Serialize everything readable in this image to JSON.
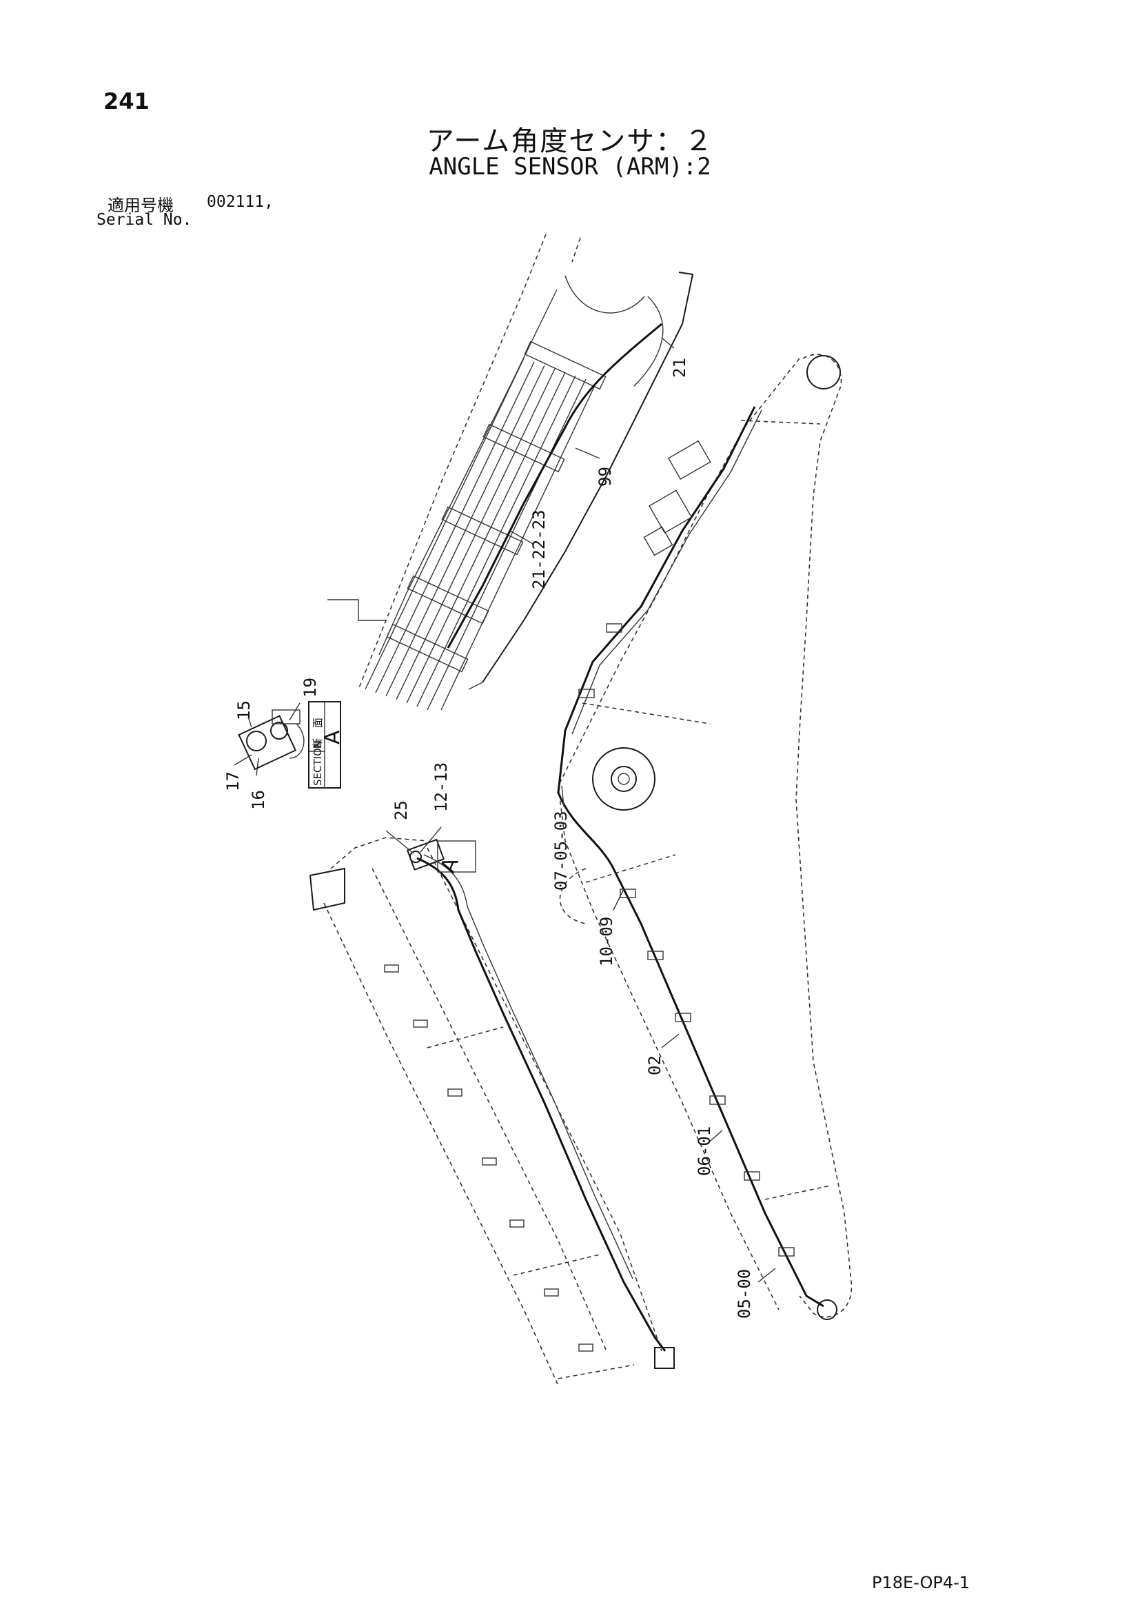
{
  "page": {
    "number": "241",
    "title_jp": "アーム角度センサ：２",
    "title_en": "ANGLE SENSOR (ARM):2",
    "serial_label_jp": "適用号機",
    "serial_value": "002111,",
    "serial_label_en": "Serial No.",
    "document_code": "P18E-OP4-1"
  },
  "section_view": {
    "label_jp": "断　面",
    "label_en": "SECTION",
    "letter": "A",
    "callout_letter": "A"
  },
  "part_callouts": {
    "p21_top": "21",
    "p99": "99",
    "p21_22_23": "21-22-23",
    "p15": "15",
    "p19": "19",
    "p17": "17",
    "p16": "16",
    "p25": "25",
    "p12_13": "12-13",
    "p07_05_03": "07-05-03",
    "p10_09": "10-09",
    "p02": "02",
    "p06_01": "06-01",
    "p05_00": "05-00"
  }
}
